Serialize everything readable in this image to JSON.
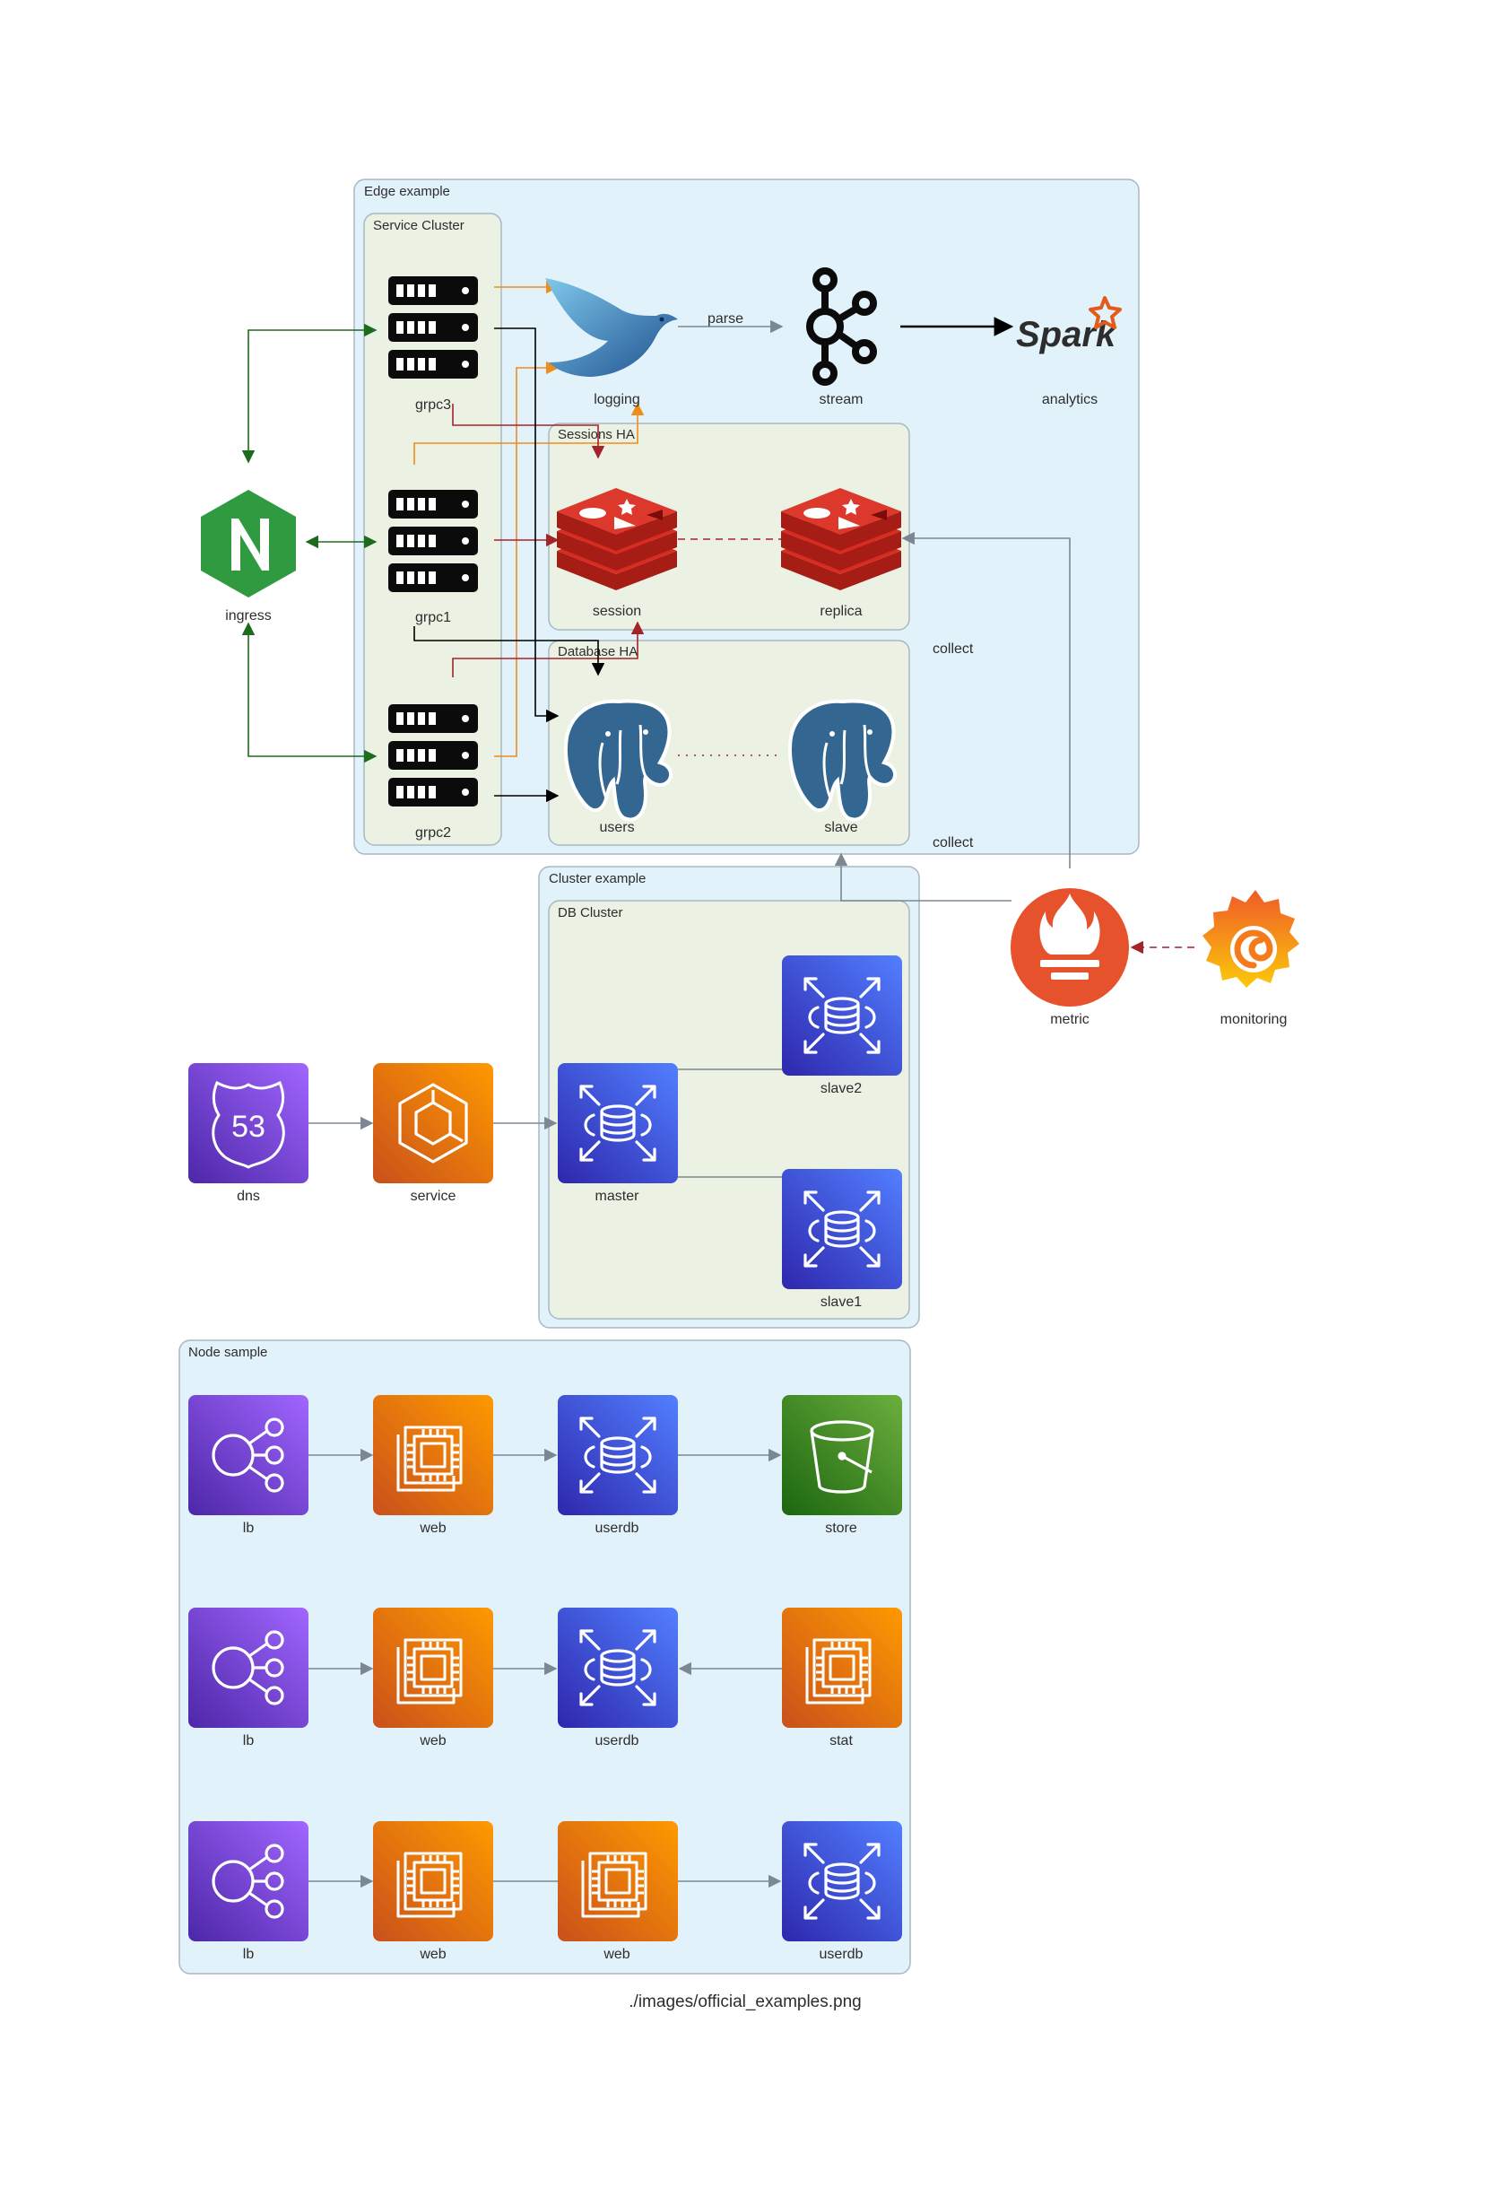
{
  "caption": "./images/official_examples.png",
  "colors": {
    "cluster_blue": "#e2f2fb",
    "cluster_green": "#ebf2e4",
    "cluster_border": "#aab7c2",
    "edge_gray": "#7b8894",
    "edge_green": "#1d6b1d",
    "edge_orange": "#f08c1a",
    "edge_darkred": "#a3232b",
    "edge_black": "#000000",
    "aws_purple": "#7c46d6",
    "aws_orange": "#ec7211",
    "aws_blue": "#3f51e0",
    "aws_green": "#3f8624",
    "redis_red": "#d82c20",
    "postgres_blue": "#336791",
    "nginx_green": "#2f9a40",
    "prometheus_red": "#e6522c",
    "grafana_orange": "#f57a1c"
  },
  "clusters": {
    "edge": "Edge example",
    "service": "Service Cluster",
    "sessions": "Sessions HA",
    "database": "Database HA",
    "cluster_example": "Cluster example",
    "db_cluster": "DB Cluster",
    "node_sample": "Node sample"
  },
  "nodes": {
    "ingress": {
      "label": "ingress",
      "icon": "nginx-icon"
    },
    "grpc3": {
      "label": "grpc3",
      "icon": "server-rack-icon"
    },
    "grpc1": {
      "label": "grpc1",
      "icon": "server-rack-icon"
    },
    "grpc2": {
      "label": "grpc2",
      "icon": "server-rack-icon"
    },
    "logging": {
      "label": "logging",
      "icon": "fluentd-bird-icon"
    },
    "stream": {
      "label": "stream",
      "icon": "kafka-icon"
    },
    "analytics": {
      "label": "analytics",
      "icon": "spark-icon",
      "logo_text": "Spark"
    },
    "session": {
      "label": "session",
      "icon": "redis-icon"
    },
    "replica": {
      "label": "replica",
      "icon": "redis-icon"
    },
    "users": {
      "label": "users",
      "icon": "postgresql-icon"
    },
    "slave": {
      "label": "slave",
      "icon": "postgresql-icon"
    },
    "metric": {
      "label": "metric",
      "icon": "prometheus-icon"
    },
    "monitoring": {
      "label": "monitoring",
      "icon": "grafana-icon"
    },
    "dns": {
      "label": "dns",
      "icon": "route53-icon",
      "badge": "53"
    },
    "service": {
      "label": "service",
      "icon": "ecs-icon"
    },
    "master": {
      "label": "master",
      "icon": "rds-icon"
    },
    "slave2": {
      "label": "slave2",
      "icon": "rds-icon"
    },
    "slave1": {
      "label": "slave1",
      "icon": "rds-icon"
    },
    "lb_1": {
      "label": "lb",
      "icon": "elb-icon"
    },
    "web_1": {
      "label": "web",
      "icon": "ec2-icon"
    },
    "userdb_1": {
      "label": "userdb",
      "icon": "rds-icon"
    },
    "store": {
      "label": "store",
      "icon": "s3-bucket-icon"
    },
    "lb_2": {
      "label": "lb",
      "icon": "elb-icon"
    },
    "web_2": {
      "label": "web",
      "icon": "ec2-icon"
    },
    "userdb_2": {
      "label": "userdb",
      "icon": "rds-icon"
    },
    "stat": {
      "label": "stat",
      "icon": "ec2-icon"
    },
    "lb_3": {
      "label": "lb",
      "icon": "elb-icon"
    },
    "web_3a": {
      "label": "web",
      "icon": "ec2-icon"
    },
    "web_3b": {
      "label": "web",
      "icon": "ec2-icon"
    },
    "userdb_3": {
      "label": "userdb",
      "icon": "rds-icon"
    }
  },
  "edges": [
    {
      "from": "ingress",
      "to": "grpc3",
      "style": "both-arrows",
      "color": "edge_green"
    },
    {
      "from": "ingress",
      "to": "grpc1",
      "style": "both-arrows",
      "color": "edge_green"
    },
    {
      "from": "ingress",
      "to": "grpc2",
      "style": "both-arrows",
      "color": "edge_green"
    },
    {
      "from": "grpc3",
      "to": "logging",
      "color": "edge_orange"
    },
    {
      "from": "grpc1",
      "to": "logging",
      "color": "edge_orange"
    },
    {
      "from": "grpc2",
      "to": "logging",
      "color": "edge_orange"
    },
    {
      "from": "grpc3",
      "to": "session",
      "color": "edge_darkred"
    },
    {
      "from": "grpc1",
      "to": "session",
      "color": "edge_darkred"
    },
    {
      "from": "grpc2",
      "to": "session",
      "color": "edge_darkred"
    },
    {
      "from": "grpc3",
      "to": "users",
      "color": "edge_black"
    },
    {
      "from": "grpc1",
      "to": "users",
      "color": "edge_black"
    },
    {
      "from": "grpc2",
      "to": "users",
      "color": "edge_black"
    },
    {
      "from": "logging",
      "to": "stream",
      "label": "parse",
      "color": "edge_gray"
    },
    {
      "from": "stream",
      "to": "analytics",
      "color": "edge_black"
    },
    {
      "from": "session",
      "to": "replica",
      "style": "dashed",
      "color": "edge_darkred"
    },
    {
      "from": "users",
      "to": "slave",
      "style": "dotted",
      "color": "edge_darkred"
    },
    {
      "from": "metric",
      "to": "replica",
      "label": "collect",
      "color": "edge_gray"
    },
    {
      "from": "metric",
      "to": "slave",
      "label": "collect",
      "color": "edge_gray"
    },
    {
      "from": "monitoring",
      "to": "metric",
      "style": "dashed",
      "color": "edge_darkred"
    },
    {
      "from": "dns",
      "to": "service",
      "color": "edge_gray"
    },
    {
      "from": "service",
      "to": "master",
      "color": "edge_gray"
    },
    {
      "from": "master",
      "to": "slave2",
      "style": "no-arrow",
      "color": "edge_gray"
    },
    {
      "from": "master",
      "to": "slave1",
      "style": "no-arrow",
      "color": "edge_gray"
    },
    {
      "from": "lb_1",
      "to": "web_1",
      "color": "edge_gray"
    },
    {
      "from": "web_1",
      "to": "userdb_1",
      "color": "edge_gray"
    },
    {
      "from": "userdb_1",
      "to": "store",
      "color": "edge_gray"
    },
    {
      "from": "lb_2",
      "to": "web_2",
      "color": "edge_gray"
    },
    {
      "from": "web_2",
      "to": "userdb_2",
      "color": "edge_gray"
    },
    {
      "from": "stat",
      "to": "userdb_2",
      "color": "edge_gray"
    },
    {
      "from": "lb_3",
      "to": "web_3a",
      "color": "edge_gray"
    },
    {
      "from": "web_3a",
      "to": "web_3b",
      "color": "edge_gray"
    },
    {
      "from": "web_3b",
      "to": "userdb_3",
      "color": "edge_gray"
    }
  ]
}
